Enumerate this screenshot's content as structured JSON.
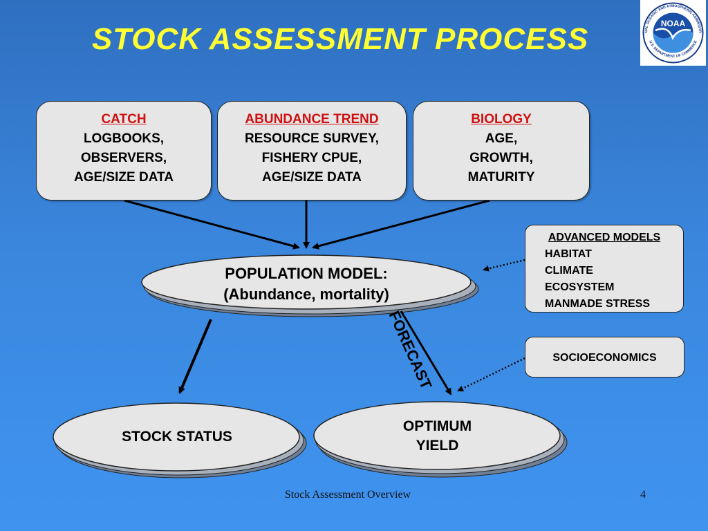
{
  "title": "STOCK ASSESSMENT PROCESS",
  "logo": {
    "text": "NOAA",
    "ring_top": "NATIONAL OCEANIC AND ATMOSPHERIC ADMINISTRATION",
    "ring_bottom": "U.S. DEPARTMENT OF COMMERCE"
  },
  "inputs": {
    "catch": {
      "heading": "CATCH",
      "lines": [
        "LOGBOOKS,",
        "OBSERVERS,",
        "AGE/SIZE DATA"
      ]
    },
    "abundance": {
      "heading": "ABUNDANCE TREND",
      "lines": [
        "RESOURCE SURVEY,",
        "FISHERY CPUE,",
        "AGE/SIZE DATA"
      ]
    },
    "biology": {
      "heading": "BIOLOGY",
      "lines": [
        "AGE,",
        "GROWTH,",
        "MATURITY"
      ]
    }
  },
  "model": {
    "line1": "POPULATION MODEL:",
    "line2": "(Abundance, mortality)"
  },
  "advanced": {
    "heading": "ADVANCED MODELS",
    "items": [
      "HABITAT",
      "CLIMATE",
      "ECOSYSTEM",
      "MANMADE STRESS"
    ]
  },
  "socio": {
    "label": "SOCIOECONOMICS"
  },
  "forecast_label": "FORECAST",
  "outputs": {
    "status": {
      "label": "STOCK STATUS"
    },
    "yield": {
      "line1": "OPTIMUM",
      "line2": "YIELD"
    }
  },
  "footer": {
    "text": "Stock Assessment Overview",
    "page": "4"
  },
  "colors": {
    "background": "#3a86dc",
    "title": "#ffff33",
    "box_fill": "#e6e6e6",
    "heading_red": "#d01010"
  }
}
